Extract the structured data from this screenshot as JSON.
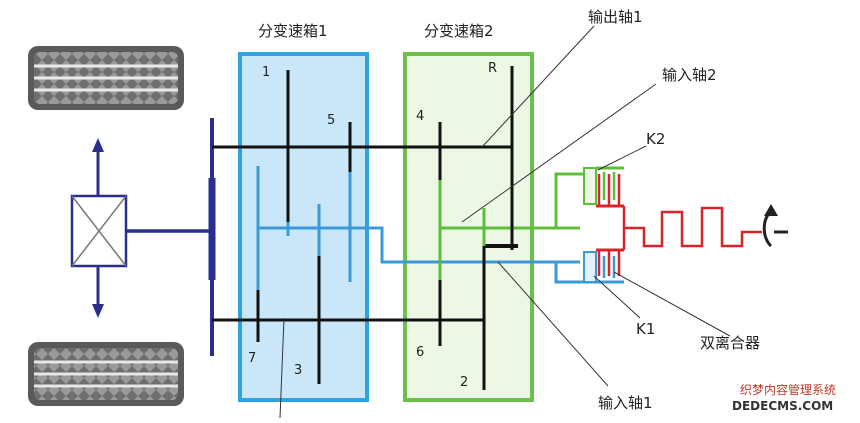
{
  "labels": {
    "subbox1": "分变速箱1",
    "subbox2": "分变速箱2",
    "output_shaft1": "输出轴1",
    "input_shaft2": "输入轴2",
    "input_shaft1": "输入轴1",
    "clutch_k1": "K1",
    "clutch_k2": "K2",
    "dual_clutch": "双离合器"
  },
  "gears": {
    "g1": "1",
    "g2": "2",
    "g3": "3",
    "g4": "4",
    "g5": "5",
    "g6": "6",
    "g7": "7",
    "gR": "R"
  },
  "watermark": {
    "line1": "织梦内容管理系统",
    "line2": "DEDECMS.COM"
  },
  "colors": {
    "black_shaft": "#111111",
    "navy_shaft": "#2a2f8f",
    "blue_shaft": "#3a9ad9",
    "green_shaft": "#5cbf3a",
    "red_clutch": "#d9232a",
    "box1_fill": "#c9e7f8",
    "box1_stroke": "#2fa3e0",
    "box2_fill": "#ecf7e6",
    "box2_stroke": "#6cc04a"
  }
}
